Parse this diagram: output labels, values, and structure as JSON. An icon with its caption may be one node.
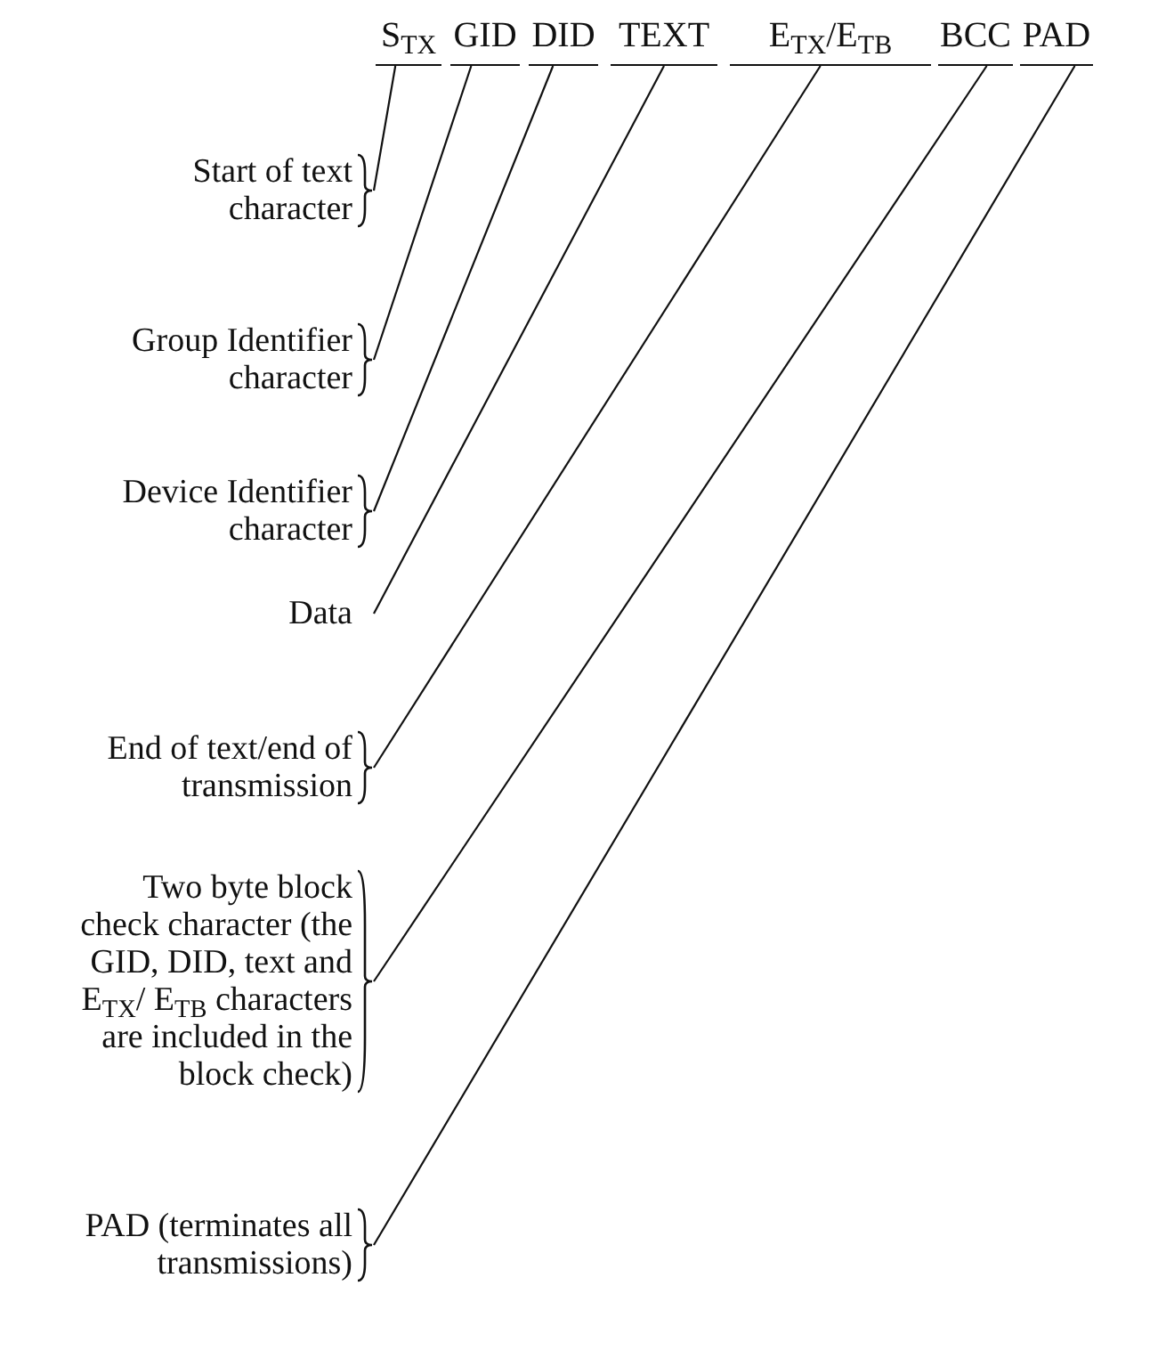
{
  "diagram": {
    "nodes": [
      {
        "text": [
          "S$_{TX}$"
        ]
      },
      {
        "text": [
          "GID"
        ]
      },
      {
        "text": [
          "DID"
        ]
      },
      {
        "text": [
          "TEXT"
        ]
      },
      {
        "text": [
          "E$_{TX}$/E$_{TB}$"
        ]
      },
      {
        "text": [
          "BCC"
        ]
      },
      {
        "text": [
          "PAD"
        ]
      },
      {
        "text": [
          "Start of text character"
        ]
      },
      {
        "text": [
          "Group Identifier character"
        ]
      },
      {
        "text": [
          "Device Identifier character"
        ]
      },
      {
        "text": [
          "Data"
        ]
      },
      {
        "text": [
          "End of text/end of transmission"
        ]
      },
      {
        "text": [
          "Two byte block check character (the GID, DID, text and E$_{TX}$/ E$_{TB}$ characters are included in the block check)"
        ]
      },
      {
        "text": [
          "PAD (terminates all transmissions)"
        ]
      }
    ],
    "edges": [
      {
        "from": 7,
        "to": 0,
        "arrow": "none"
      },
      {
        "from": 8,
        "to": 1,
        "arrow": "none"
      },
      {
        "from": 9,
        "to": 2,
        "arrow": "none"
      },
      {
        "from": 10,
        "to": 3,
        "arrow": "none"
      },
      {
        "from": 11,
        "to": 4,
        "arrow": "none"
      },
      {
        "from": 12,
        "to": 5,
        "arrow": "none"
      },
      {
        "from": 13,
        "to": 6,
        "arrow": "none"
      }
    ]
  }
}
